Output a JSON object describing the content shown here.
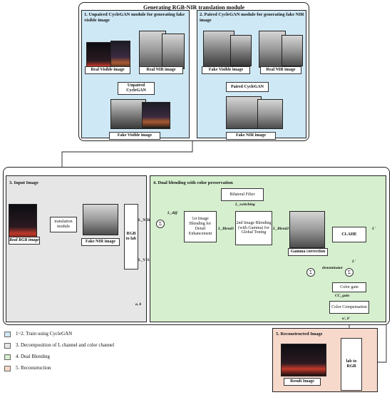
{
  "top_title": "Generating RGB-NIR translation module",
  "module1": {
    "title": "1. Unpaired CycleGAN module for generating fake visible image",
    "real_visible": "Real Visible image",
    "real_nir": "Real NIR image",
    "network": "Unpaired CycleGAN",
    "output": "Fake Visible image"
  },
  "module2": {
    "title": "2. Paired CycleGAN module for generating fake NIR image",
    "fake_visible": "Fake Visible image",
    "real_nir": "Real NIR image",
    "network": "Paired CycleGAN",
    "output": "Fake NIR image"
  },
  "input_panel": {
    "title": "3. Input Image",
    "rgb_label": "Real RGB image",
    "translation": "translation module",
    "fake_nir": "Fake NIR image",
    "rgb_to_lab": "RGB to lab",
    "l_nir": "L_NIR",
    "l_vis": "L_VIS",
    "ab": "a, b"
  },
  "blending_panel": {
    "title": "4. Dual blending with color preservation",
    "bilateral": "Bilateral Filter",
    "l_switching": "L_switching",
    "l_diff": "L_diff",
    "blend1": "1st Image Blending for Detail Enhancement",
    "l_blend1": "L_Blend1",
    "blend2": "2nd Image Blending (with Gamma) for Global Toning",
    "l_blend2": "L_Blend2",
    "gamma": "Gamma correction",
    "clahe": "CLAHE",
    "l_prime": "L'",
    "l_prime2": "L'",
    "denominator": "denominator",
    "color_gain": "Color gain",
    "cc_gain": "CC_gain",
    "color_comp": "Color Compensation",
    "ab_prime": "a', b'",
    "sigma": "Σ",
    "sigma2": "Σ",
    "sigma3": "Σ"
  },
  "recon_panel": {
    "title": "5. Reconstructed Image",
    "lab_to_rgb": "lab to RGB",
    "result": "Result Image"
  },
  "legend": [
    {
      "text": "1~2. Train using CycleGAN",
      "color": "#cfe8f5"
    },
    {
      "text": "3. Decomposition of L channel and color channel",
      "color": "#e6e6e6"
    },
    {
      "text": "4. Dual Blending",
      "color": "#d6efcf"
    },
    {
      "text": "5. Reconstruction",
      "color": "#f7d9cc"
    }
  ],
  "colors": {
    "blue_bg": "#cfe8f5",
    "gray_bg": "#e6e6e6",
    "green_bg": "#d6efcf",
    "salmon_bg": "#f7d9cc"
  }
}
